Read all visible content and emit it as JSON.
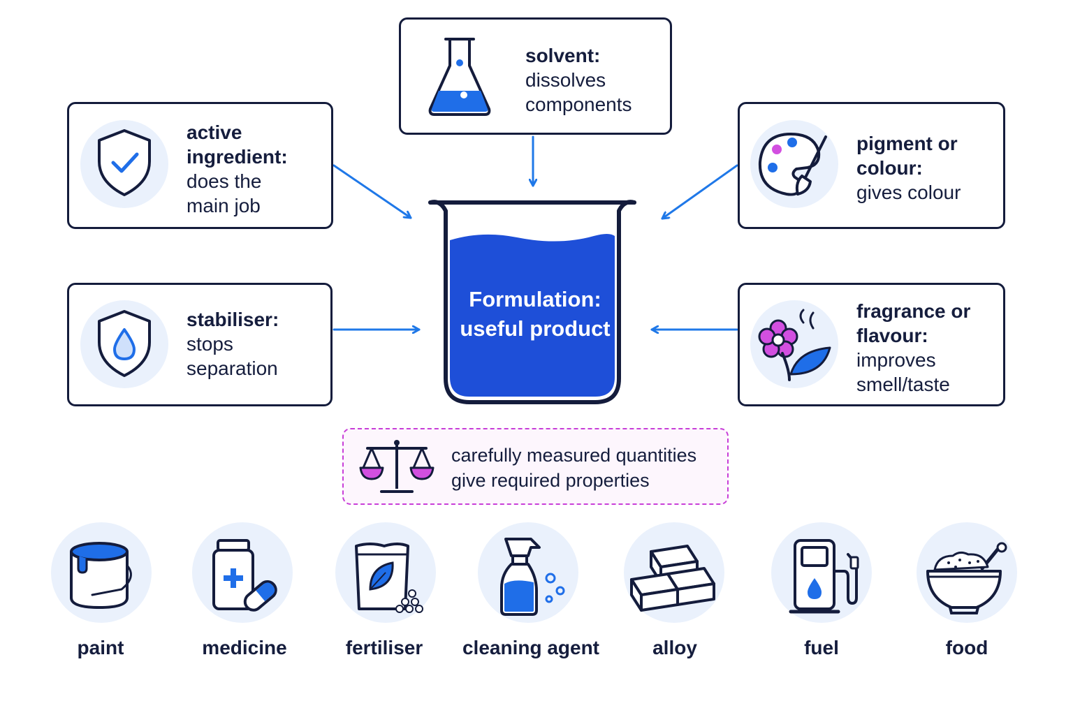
{
  "center": {
    "line1": "Formulation:",
    "line2": "useful product"
  },
  "components": {
    "solvent": {
      "term": "solvent:",
      "desc1": "dissolves",
      "desc2": "components",
      "icon": "flask-icon"
    },
    "active": {
      "term1": "active",
      "term2": "ingredient:",
      "desc1": "does the",
      "desc2": "main job",
      "icon": "shield-check-icon"
    },
    "pigment": {
      "term1": "pigment or",
      "term2": "colour:",
      "desc1": "gives colour",
      "icon": "palette-icon"
    },
    "stabiliser": {
      "term": "stabiliser:",
      "desc1": "stops",
      "desc2": "separation",
      "icon": "shield-drop-icon"
    },
    "fragrance": {
      "term1": "fragrance or",
      "term2": "flavour:",
      "desc1": "improves",
      "desc2": "smell/taste",
      "icon": "flower-icon"
    }
  },
  "note": {
    "line1": "carefully measured quantities",
    "line2": "give required properties",
    "icon": "balance-scale-icon"
  },
  "products": [
    {
      "label": "paint",
      "icon": "paint-can-icon"
    },
    {
      "label": "medicine",
      "icon": "medicine-bottle-icon"
    },
    {
      "label": "fertiliser",
      "icon": "fertiliser-bag-icon"
    },
    {
      "label": "cleaning agent",
      "icon": "spray-bottle-icon"
    },
    {
      "label": "alloy",
      "icon": "metal-bars-icon"
    },
    {
      "label": "fuel",
      "icon": "fuel-pump-icon"
    },
    {
      "label": "food",
      "icon": "food-bowl-icon"
    }
  ],
  "colors": {
    "outline": "#141c3c",
    "accent_blue": "#1f6ee8",
    "beaker_fill": "#1e4fd8",
    "magenta": "#c83ed8",
    "icon_bg": "#eaf1fc"
  }
}
